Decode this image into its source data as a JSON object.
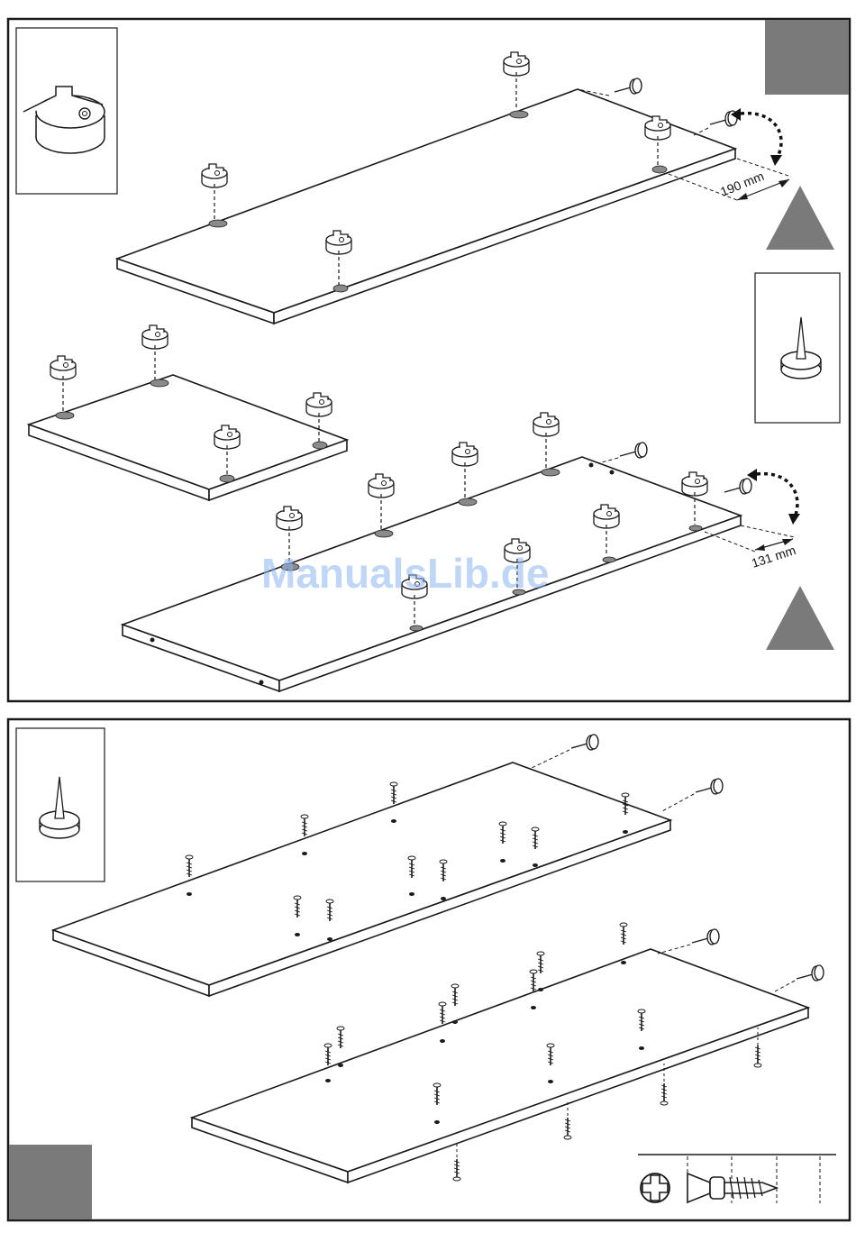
{
  "step_top": {
    "dimension_upper": "190 mm",
    "dimension_lower": "131 mm"
  },
  "watermark": "ManualsLib.de",
  "colors": {
    "panel_fill": "#ffffff",
    "stroke": "#1a1a1a",
    "marker_gray": "#7a7a7a",
    "hole_gray": "#8a8a8a"
  },
  "icons": {
    "cam_lock": "cam-lock-icon",
    "nail": "nail-icon",
    "screw": "screw-icon",
    "screwdriver": "phillips-screwdriver-icon"
  }
}
